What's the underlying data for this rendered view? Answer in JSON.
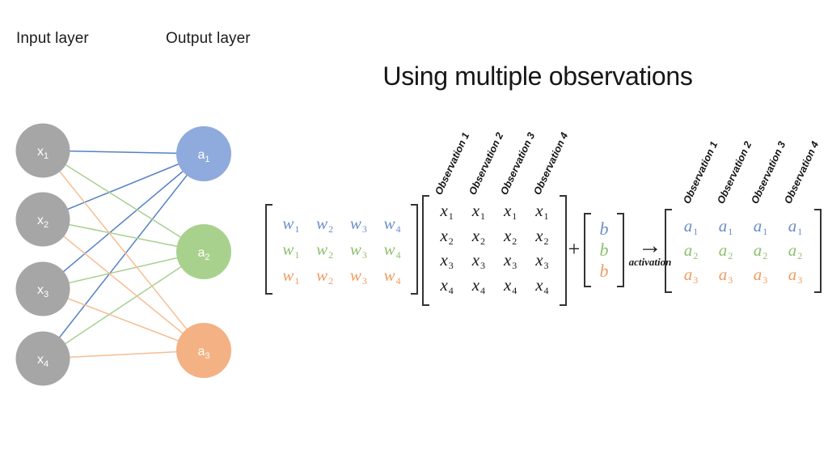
{
  "colors": {
    "node_gray": "#A6A6A6",
    "node_blue": "#8FAADC",
    "node_green": "#A9D18E",
    "node_orange": "#F4B183",
    "edge_blue": "#5580C6",
    "edge_green": "#A8CF90",
    "edge_orange": "#F6BE93",
    "text_blue": "#6D8EC9",
    "text_green": "#8EC06F",
    "text_orange": "#F19C61",
    "text_black": "#1A1A1A"
  },
  "header": {
    "input_layer_label": "Input layer",
    "output_layer_label": "Output layer",
    "title": "Using multiple observations"
  },
  "network": {
    "input_nodes": [
      {
        "base": "x",
        "sub": "1"
      },
      {
        "base": "x",
        "sub": "2"
      },
      {
        "base": "x",
        "sub": "3"
      },
      {
        "base": "x",
        "sub": "4"
      }
    ],
    "output_nodes": [
      {
        "base": "a",
        "sub": "1"
      },
      {
        "base": "a",
        "sub": "2"
      },
      {
        "base": "a",
        "sub": "3"
      }
    ]
  },
  "equation": {
    "observation_labels": [
      "Observation 1",
      "Observation 2",
      "Observation 3",
      "Observation 4"
    ],
    "weight_matrix": {
      "rows": [
        {
          "color": "#6D8EC9",
          "cells": [
            {
              "base": "w",
              "sub": "1"
            },
            {
              "base": "w",
              "sub": "2"
            },
            {
              "base": "w",
              "sub": "3"
            },
            {
              "base": "w",
              "sub": "4"
            }
          ]
        },
        {
          "color": "#8EC06F",
          "cells": [
            {
              "base": "w",
              "sub": "1"
            },
            {
              "base": "w",
              "sub": "2"
            },
            {
              "base": "w",
              "sub": "3"
            },
            {
              "base": "w",
              "sub": "4"
            }
          ]
        },
        {
          "color": "#F19C61",
          "cells": [
            {
              "base": "w",
              "sub": "1"
            },
            {
              "base": "w",
              "sub": "2"
            },
            {
              "base": "w",
              "sub": "3"
            },
            {
              "base": "w",
              "sub": "4"
            }
          ]
        }
      ]
    },
    "input_matrix": {
      "rows": [
        {
          "color": "#1A1A1A",
          "cells": [
            {
              "base": "x",
              "sub": "1"
            },
            {
              "base": "x",
              "sub": "1"
            },
            {
              "base": "x",
              "sub": "1"
            },
            {
              "base": "x",
              "sub": "1"
            }
          ]
        },
        {
          "color": "#1A1A1A",
          "cells": [
            {
              "base": "x",
              "sub": "2"
            },
            {
              "base": "x",
              "sub": "2"
            },
            {
              "base": "x",
              "sub": "2"
            },
            {
              "base": "x",
              "sub": "2"
            }
          ]
        },
        {
          "color": "#1A1A1A",
          "cells": [
            {
              "base": "x",
              "sub": "3"
            },
            {
              "base": "x",
              "sub": "3"
            },
            {
              "base": "x",
              "sub": "3"
            },
            {
              "base": "x",
              "sub": "3"
            }
          ]
        },
        {
          "color": "#1A1A1A",
          "cells": [
            {
              "base": "x",
              "sub": "4"
            },
            {
              "base": "x",
              "sub": "4"
            },
            {
              "base": "x",
              "sub": "4"
            },
            {
              "base": "x",
              "sub": "4"
            }
          ]
        }
      ]
    },
    "plus": "+",
    "bias_vector": {
      "rows": [
        {
          "color": "#6D8EC9",
          "cells": [
            {
              "base": "b",
              "sub": ""
            }
          ]
        },
        {
          "color": "#8EC06F",
          "cells": [
            {
              "base": "b",
              "sub": ""
            }
          ]
        },
        {
          "color": "#F19C61",
          "cells": [
            {
              "base": "b",
              "sub": ""
            }
          ]
        }
      ]
    },
    "arrow": "→",
    "arrow_label": "activation",
    "output_matrix": {
      "rows": [
        {
          "color": "#6D8EC9",
          "cells": [
            {
              "base": "a",
              "sub": "1"
            },
            {
              "base": "a",
              "sub": "1"
            },
            {
              "base": "a",
              "sub": "1"
            },
            {
              "base": "a",
              "sub": "1"
            }
          ]
        },
        {
          "color": "#8EC06F",
          "cells": [
            {
              "base": "a",
              "sub": "2"
            },
            {
              "base": "a",
              "sub": "2"
            },
            {
              "base": "a",
              "sub": "2"
            },
            {
              "base": "a",
              "sub": "2"
            }
          ]
        },
        {
          "color": "#F19C61",
          "cells": [
            {
              "base": "a",
              "sub": "3"
            },
            {
              "base": "a",
              "sub": "3"
            },
            {
              "base": "a",
              "sub": "3"
            },
            {
              "base": "a",
              "sub": "3"
            }
          ]
        }
      ]
    }
  }
}
